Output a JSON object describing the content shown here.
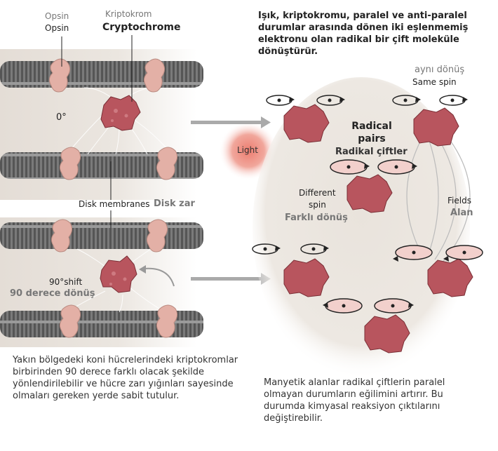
{
  "labels": {
    "opsin_tr": "Opsin",
    "opsin_en": "Opsin",
    "crypto_tr": "Kriptokrom",
    "crypto_en": "Cryptochrome",
    "zero_deg": "0°",
    "disk_en": "Disk membranes",
    "disk_tr": "Disk zar",
    "shift_en": "90°shift",
    "shift_tr": "90 derece dönüş",
    "light": "Light",
    "same_spin_tr": "aynı dönüş",
    "same_spin_en": "Same spin",
    "radical_pairs_en_1": "Radical",
    "radical_pairs_en_2": "pairs",
    "radical_pairs_tr": "Radikal çiftler",
    "diff_spin_en_1": "Different",
    "diff_spin_en_2": "spin",
    "diff_spin_tr": "Farklı dönüş",
    "fields_en": "Fields",
    "fields_tr": "Alan"
  },
  "texts": {
    "top_right": "Işık, kriptokromu, paralel ve anti-paralel durumlar arasında dönen iki eşlenmemiş elektronu olan radikal bir çift moleküle dönüştürür.",
    "bottom_left": "Yakın bölgedeki koni hücrelerindeki kriptokromlar birbirinden 90 derece farklı olacak şekilde yönlendirilebilir ve hücre zarı yığınları sayesinde olmaları gereken yerde sabit tutulur.",
    "bottom_right": "Manyetik alanlar radikal çiftlerin paralel olmayan durumların eğilimini artırır. Bu durumda kimyasal reaksiyon çıktılarını değiştirebilir."
  },
  "colors": {
    "membrane": "#6b6b6b",
    "opsin": "#e3b0a6",
    "protein": "#b8555e",
    "light": "#e05a4a",
    "bg_oval": "#ece6e0",
    "spin_fill": "#f2d0cc"
  }
}
